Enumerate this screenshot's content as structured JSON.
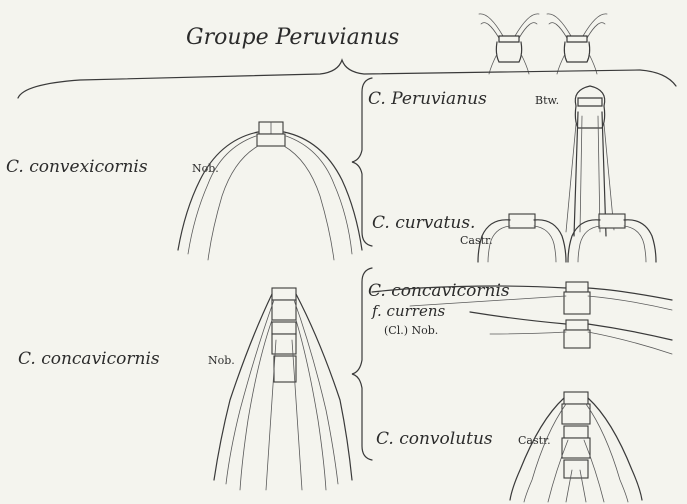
{
  "title": "Groupe Peruvianus",
  "left_labels": {
    "convexicornis": {
      "name": "C. convexicornis",
      "author": "Nob."
    },
    "concavicornis": {
      "name": "C. concavicornis",
      "author": "Nob."
    }
  },
  "right_labels": {
    "peruvianus": {
      "name": "C. Peruvianus",
      "author": "Btw."
    },
    "curvatus": {
      "name": "C. curvatus.",
      "author": "Castr."
    },
    "concavicornis_currens": {
      "name": "C. concavicornis",
      "form": "f. currens",
      "author": "(Cl.) Nob."
    },
    "convolutus": {
      "name": "C. convolutus",
      "author": "Castr."
    }
  },
  "colors": {
    "ink": "#2b2b2b",
    "paper": "#f4f4ee"
  }
}
